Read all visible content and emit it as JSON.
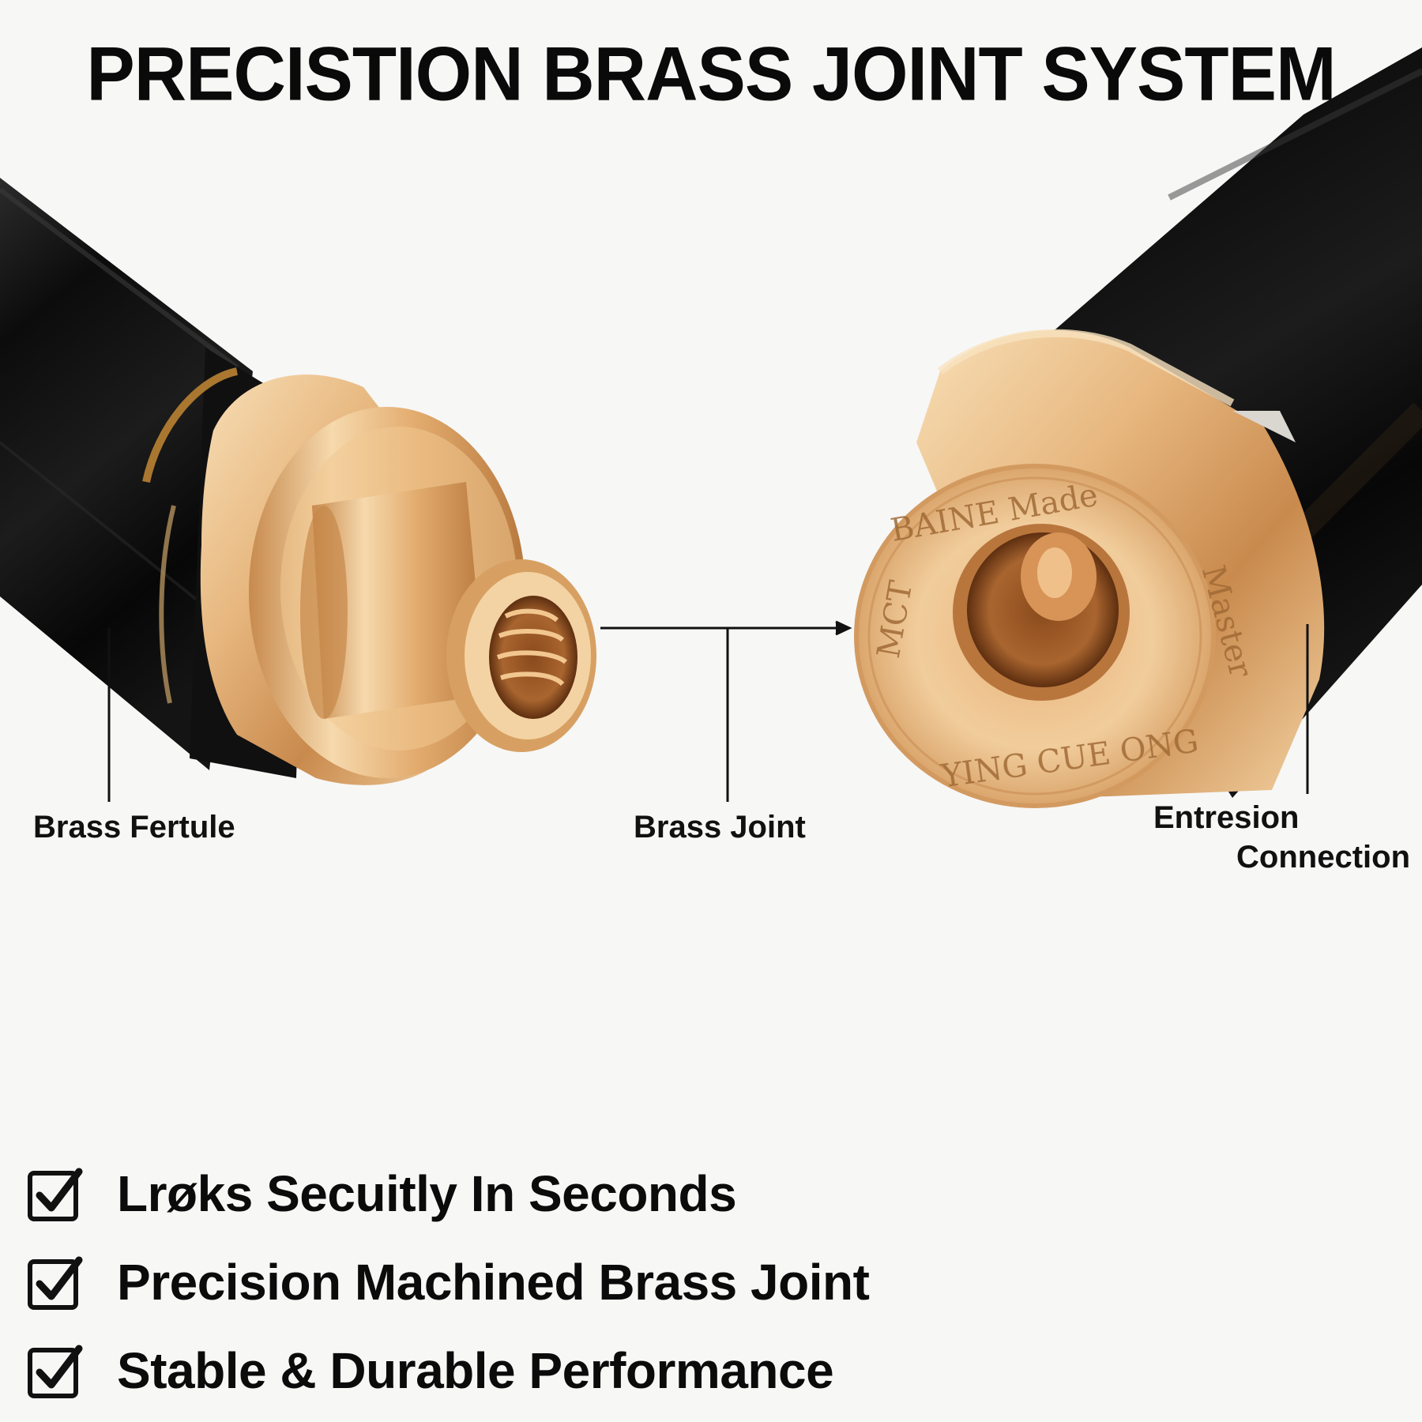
{
  "title": "PRECISTION BRASS JOINT SYSTEM",
  "callouts": {
    "left": "Brass Fertule",
    "middle": "Brass Joint",
    "right_line1": "Entresion",
    "right_line2": "Connection"
  },
  "engraving": {
    "top": "BAINE  Made",
    "side_left": "MCT",
    "side_right": "Master",
    "bottom": "YING  CUE  ONG"
  },
  "features": [
    {
      "label": "Lrøks Secuitly In Seconds",
      "icon": "checkbox-checked-icon"
    },
    {
      "label": "Precision Machined Brass Joint",
      "icon": "checkbox-checked-icon"
    },
    {
      "label": "Stable & Durable Performance",
      "icon": "checkbox-checked-icon"
    }
  ],
  "colors": {
    "background": "#f7f7f6",
    "shaft_black": "#111111",
    "brass_light": "#f1cf9e",
    "brass_dark": "#b4773c",
    "text": "#0a0a0a"
  }
}
